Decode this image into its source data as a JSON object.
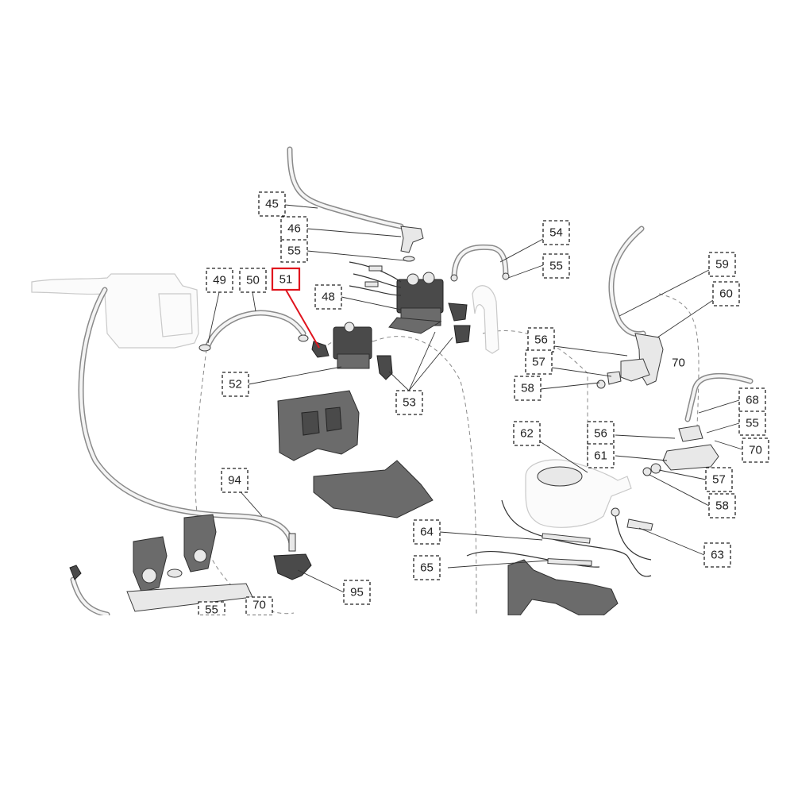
{
  "diagram": {
    "highlighted": "51",
    "highlight_color": "#e0141e",
    "labels": {
      "l45": "45",
      "l46": "46",
      "l55a": "55",
      "l49": "49",
      "l50": "50",
      "l51": "51",
      "l48": "48",
      "l52": "52",
      "l53": "53",
      "l54": "54",
      "l55b": "55",
      "l59": "59",
      "l60": "60",
      "l56a": "56",
      "l70a": "70",
      "l57a": "57",
      "l58a": "58",
      "l68": "68",
      "l55c": "55",
      "l62": "62",
      "l56b": "56",
      "l70b": "70",
      "l61": "61",
      "l57b": "57",
      "l58b": "58",
      "l94": "94",
      "l64": "64",
      "l63": "63",
      "l65": "65",
      "l95": "95",
      "l55d": "55",
      "l70c": "70"
    }
  }
}
